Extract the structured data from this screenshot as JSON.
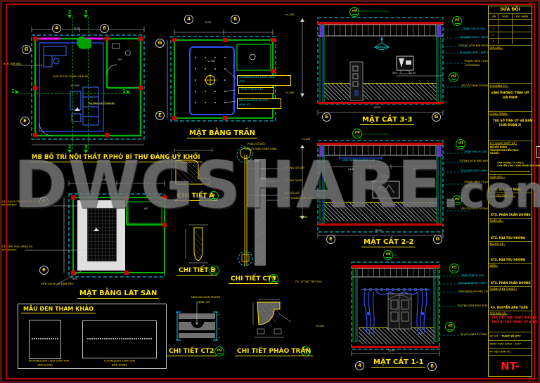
{
  "watermark": {
    "text": "DWGSHARE",
    "suffix": ".com"
  },
  "plan": {
    "title": "MB BỐ TRÍ NỘI THẤT P.PHÓ BÍ THƯ ĐẢNG UỶ KHỐI",
    "grid_top1": "4",
    "grid_top2": "6",
    "grid_left1": "G",
    "grid_left2": "E",
    "flag2": "2",
    "flag3": "3",
    "flag1": "1",
    "desk": "BÀN LÀM VIỆC",
    "room": "PHÓ BÍ THƯ ĐẢNG UỶ KHỐI",
    "level": "±0.000",
    "salon": "BỘ BÀN GHẾ SALON",
    "wc": "WC",
    "dim_top": "7400"
  },
  "ceiling": {
    "title": "MẶT BẰNG TRẦN",
    "grid_top1": "4",
    "grid_top2": "6",
    "grid_left1": "G",
    "grid_left2": "E",
    "level": "+2.500",
    "dim_top": "2400",
    "callout1": "INCANDESCENT LIGHT LAMP",
    "callout1b": "40W",
    "callout2": "TRẦN THẠCH CAO",
    "callout3": "ĐÈN HALOGEN PHILIPS",
    "callout3b": "40W (4T)"
  },
  "floor": {
    "title": "MẶT BẰNG LÁT SÀN",
    "grid_left1": "G",
    "grid_left2": "E",
    "level": "±0.000",
    "tile1a": "LÁT GẠCH CERAMIC MÀU VÀNG SẪM",
    "tile1b": "KT600X600",
    "tile2a": "CERAMIC MÀU VÀNG GA",
    "tile2b": "KT600X600",
    "border_note": "VIỀN GẠCH LÁT ĐẬM MÀU",
    "dim_top": "7400",
    "dim_600": "600",
    "wc": "WC"
  },
  "s33": {
    "title": "MẶT CẮT 3-3",
    "gl": "E",
    "gr": "G",
    "dim": "6000",
    "dim900": "900",
    "dim1100": "1100",
    "elev_top": "+4.200",
    "elev_bot": "+0.000",
    "b_top": "ct4",
    "b_r1": "ct1",
    "b_r2": "ct2",
    "c1": "TRẦN THẠCH CAO",
    "c2": "INCANDESCENT LIGHT LAMP 40W",
    "c3": "TƯỜNG SƠN MÀU KEM BE SÁNG",
    "c4": "FLUORESCENT LAMP 20W",
    "c5": "TRANH TREO TƯỜNG",
    "c5b": "KT900X600",
    "c6": "ỐP GỖ CHÂN TƯỜNG"
  },
  "s22": {
    "title": "MẶT CẮT 2-2",
    "gl": "E",
    "gr": "G",
    "dim": "6000",
    "d1": "2440",
    "d2": "1120",
    "d3": "2440",
    "lamp": "ĐÈN HUỲNH QUANG 1.2M",
    "b_top": "ct4",
    "b_r1": "ct1",
    "b_r2": "ct2",
    "c1": "TRẦN THẠCH CAO",
    "c2": "TƯỜNG SƠN MÀU KEM BE SÁNG",
    "c3": "FLUORESCENT LAMP 20W",
    "c4": "TRANH TREO TƯỜNG",
    "c4b": "KT900X600",
    "c5": "ỐP GỖ CHÂN TƯỜNG"
  },
  "s11": {
    "title": "MẶT CẮT 1-1",
    "gl": "4",
    "gr": "6",
    "dim": "2400",
    "elev_bot": "+0.000",
    "b_top": "ct4",
    "b_r1": "ct1",
    "b_r2": "ct2",
    "c1": "TRẦN THẠCH CAO",
    "c2": "INCANDESCENT LIGHT LAMP 40W",
    "c3": "TREO RÈM VẢI MÀU CHE SÁNG",
    "c4": "TƯỜNG SƠN MÀU KEM BE SÁNG",
    "c5": "ỐP GỖ CHÂN TƯỜNG"
  },
  "da": {
    "title": "CHI TIẾT A",
    "b": "a"
  },
  "db": {
    "title": "CHI TIẾT B",
    "b": "b"
  },
  "dct3": {
    "title": "CHI TIẾT CT3",
    "b": "ct3",
    "top1": "PHÀO GỖ DỔI",
    "top2": "SƠN PU MÀU CÁNH GIÁN",
    "s1": "TƯỜNG GỖ DỔI",
    "s2": "TƯỜNG GẠCH",
    "s3": "NẸP GỖ DỔI",
    "s4": "SƠN PU MÀU CÁNH GIÁN",
    "elev_top": "+4.200",
    "elev_bot": "+0.000",
    "note": "ỐC, VÍT NỞ TRO SÂU"
  },
  "dct2": {
    "title": "CHI TIẾT CT2",
    "b": "ct2",
    "l1": "ĐÈN HALOGEN PHILIPS",
    "l2": "40W (4T)"
  },
  "dphao": {
    "title": "CHI TIẾT PHÀO TRẦN",
    "b": "ct4"
  },
  "lampbox": {
    "title": "MẪU ĐÈN THAM KHẢO",
    "cap1a": "INCANDESCENT LIGHT LAMP 40W",
    "cap1b": "(ĐÈN CHÙM)",
    "cap2a": "FLUORESCENT LAMP 20W",
    "cap2b": "(ĐÈN TRANH)"
  },
  "tb": {
    "rev": "SỬA ĐỔI",
    "col1": "LẦN",
    "col2": "NGÀY",
    "col3": "XÁC NHẬN",
    "r1": "2",
    "r2": "3",
    "r3": "4",
    "note": "GHI CHÚ :",
    "inv_l": "CHỦ ĐẦU TƯ :",
    "inv1": "VĂN PHÒNG TỈNH UỶ",
    "inv2": "HÀ NAM",
    "prj_l": "CÔNG TRÌNH :",
    "prj1": "TRỤ SỞ TỈNH UỶ HÀ NAM",
    "prj2": "(GIAI ĐOẠN 2)",
    "org_l": "CƠ QUAN THIẾT KẾ :",
    "org1": "BỘ XÂY DỰNG",
    "org2": "TRƯỜNG ĐH KIẾN TRÚC",
    "org3": "HÀ NỘI",
    "off1": "VĂN PHÒNG TƯ VẤN &",
    "off2": "CHUYỂN GIAO CÔNG NGHỆ XÂY DỰNG",
    "role1_l": "GIÁM ĐỐC :",
    "role1_n": "KTS.  BÙI QUÝ NGỌC",
    "role2_l": "CHỦ TRÌ THIẾT KẾ :",
    "role2_n": "KTS.  PHAN XUÂN DƯƠNG",
    "role3_l": "THIẾT KẾ :",
    "role3_n": "KTS.  MAI THU HƯỜNG",
    "role4_l": "NGƯỜI VẼ :",
    "role4_n": "KTS.  MAI THU HƯỜNG",
    "role5_l": "KIỂM :",
    "role5_n": "KTS.  PHAN XUÂN DƯƠNG",
    "role6_l": "QUẢN LÝ KỸ THUẬT :",
    "role6_n": "KS.  NGUYỄN ANH TUẤN",
    "name_l": "TÊN BẢN VẼ :",
    "name1": "CHI TIẾT NỘI THẤT PHÒNG",
    "name2": "PHÓ BÍ THƯ ĐẢNG UỶ KHỐI",
    "dossier": "HỒ SƠ :",
    "dossier_v": "THIẾT KẾ KTC",
    "issue": "NGÀY PHÁT HÀNH : 2007",
    "code_l": "KÝ HIỆU BẢN VẼ :",
    "code": "NT-"
  }
}
